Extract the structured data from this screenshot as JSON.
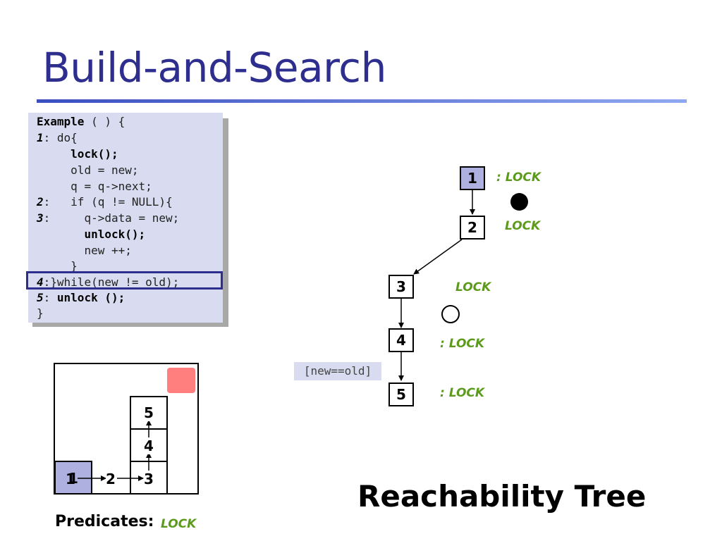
{
  "title": "Build-and-Search",
  "code": {
    "lines": [
      {
        "num": "",
        "kw": "Example",
        "rest": " ( ) {"
      },
      {
        "num": "1",
        "rest": ": do{"
      },
      {
        "indent": "     ",
        "bold": "lock();"
      },
      {
        "indent": "     ",
        "rest": "old = new;"
      },
      {
        "indent": "     ",
        "rest": "q = q->next;"
      },
      {
        "num": "2",
        "rest": ":   if (q != NULL){"
      },
      {
        "num": "3",
        "rest": ":     q->data = new;"
      },
      {
        "indent": "       ",
        "bold": "unlock();"
      },
      {
        "indent": "       ",
        "rest": "new ++;"
      },
      {
        "indent": "     ",
        "rest": "}"
      },
      {
        "num": "4",
        "rest": ":}while(new != old);"
      },
      {
        "num": "5",
        "rest": ": ",
        "bold": "unlock ();"
      },
      {
        "rest": "}"
      }
    ]
  },
  "abstraction_panel": {
    "cells": [
      "1",
      "2",
      "3",
      "4",
      "5"
    ]
  },
  "predicates": {
    "label": "Predicates:",
    "value": "LOCK"
  },
  "tree": {
    "title": "Reachability Tree",
    "nodes": [
      {
        "id": "1",
        "label": ": LOCK",
        "highlighted": true
      },
      {
        "id": "2",
        "label": "LOCK"
      },
      {
        "id": "3",
        "label": "LOCK"
      },
      {
        "id": "4",
        "label": ": LOCK"
      },
      {
        "id": "5",
        "label": ": LOCK"
      }
    ],
    "guard": "[new==old]"
  },
  "colors": {
    "title": "#2e2e8f",
    "lock_green": "#5b9a1b",
    "code_bg": "#d9dcf0",
    "node_fill": "#aeb0e0",
    "error_region": "#ff7f7f"
  }
}
